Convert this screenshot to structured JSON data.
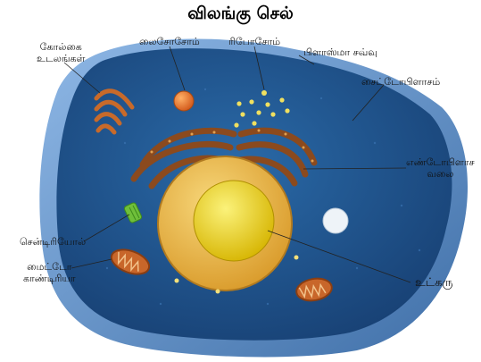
{
  "title": "விலங்கு செல்",
  "labels": {
    "golgi_line1": "கோல்கை",
    "golgi_line2": "உடலங்கள்",
    "lysosome": "லைசோசோம்",
    "ribosome": "ரிபோசோம்",
    "plasma_membrane": "பிளாஸ்மா சவ்வு",
    "cytoplasm": "சைட்டோபிளாசம்",
    "er_line1": "எண்டோபிளாச",
    "er_line2": "வலை",
    "centriole": "சென்டிரியோல்",
    "mito_line1": "மைட்டோ",
    "mito_line2": "காண்டிரியா",
    "nucleus": "உட்கரு"
  },
  "colors": {
    "cell_outer": "#5b8ac6",
    "cell_inner": "#1f4f8a",
    "er": "#8b4a1e",
    "nucleus_outer": "#e8b84a",
    "nucleus_inner": "#f2e11a",
    "lysosome": "#e8772a",
    "centriole": "#6fbf3a",
    "vacuole": "#f0f4f8"
  }
}
